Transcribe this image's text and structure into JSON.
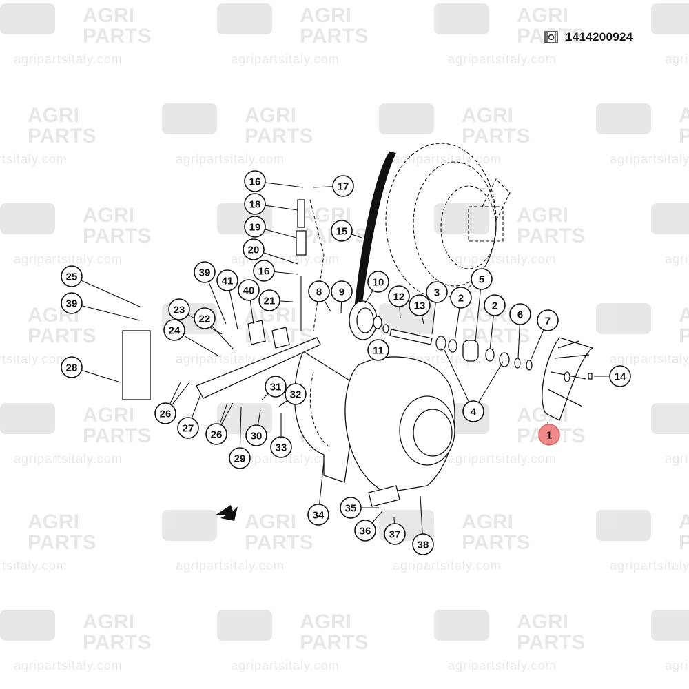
{
  "header": {
    "part_code": "1414200924",
    "catalog_icon": "catalog-gear-icon"
  },
  "watermark": {
    "line1": "AGRI",
    "line2": "PARTS",
    "url": "agripartsitaly.com"
  },
  "diagram": {
    "highlight_color": "#f08a8a",
    "highlighted_callout": "1",
    "callouts": [
      "16",
      "17",
      "18",
      "15",
      "19",
      "20",
      "16",
      "39",
      "41",
      "40",
      "25",
      "39",
      "8",
      "9",
      "10",
      "12",
      "13",
      "3",
      "5",
      "2",
      "2",
      "6",
      "7",
      "21",
      "23",
      "22",
      "24",
      "11",
      "14",
      "28",
      "31",
      "32",
      "26",
      "27",
      "26",
      "30",
      "4",
      "1",
      "33",
      "29",
      "34",
      "35",
      "36",
      "37",
      "38"
    ]
  }
}
